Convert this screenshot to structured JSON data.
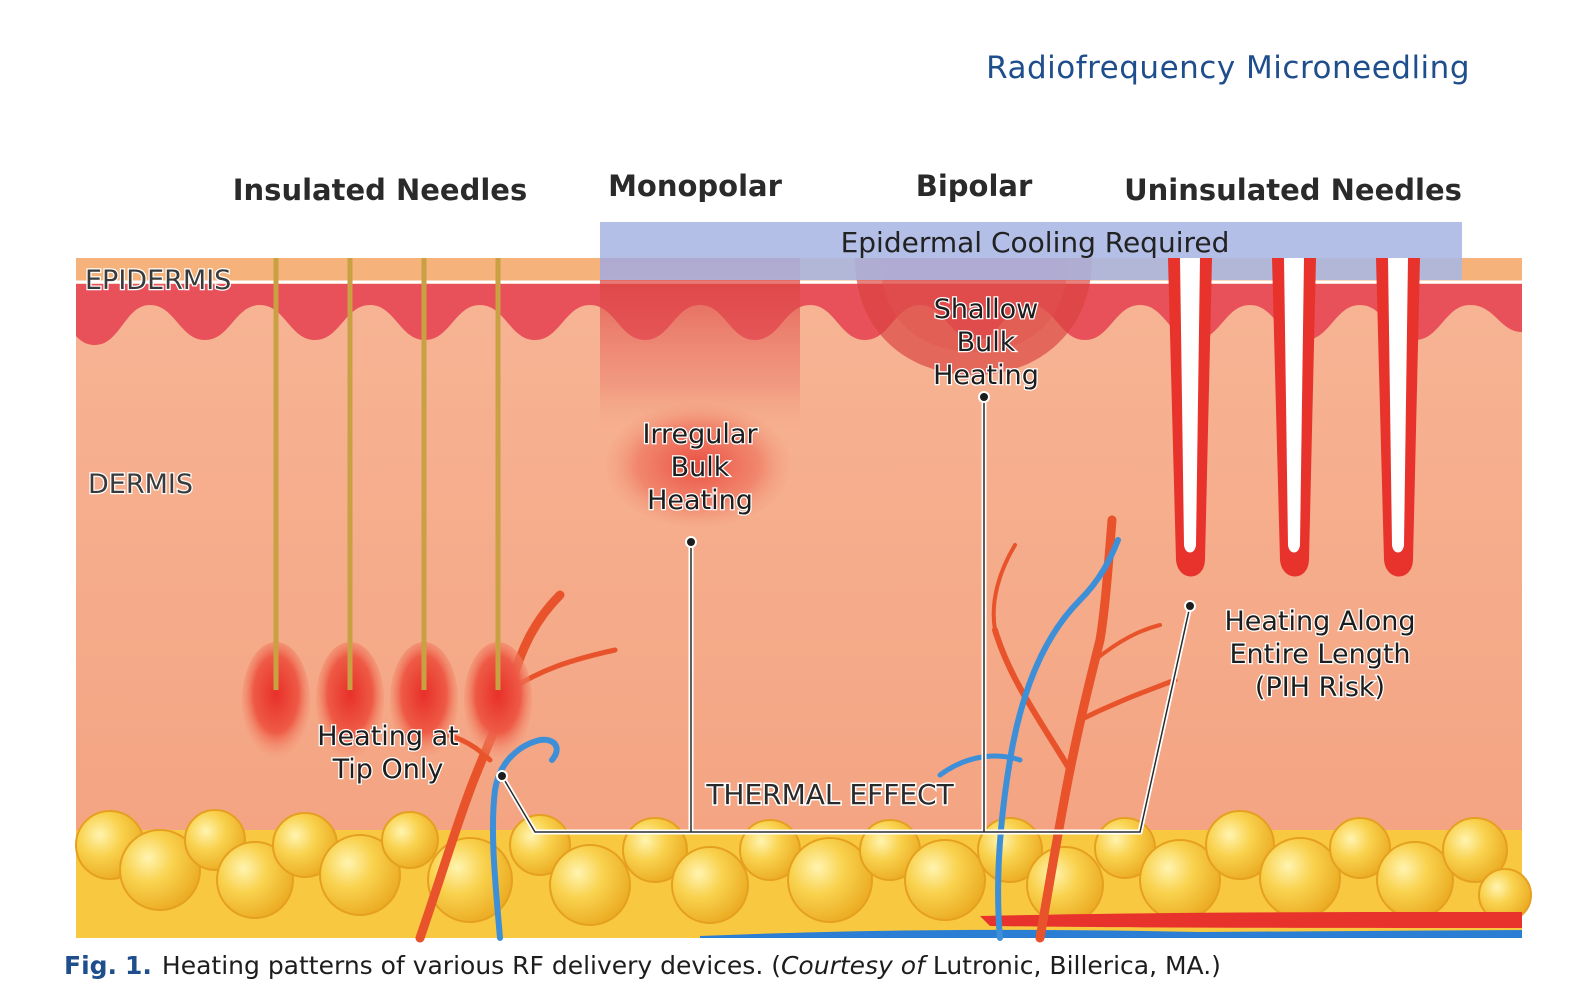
{
  "running_head": "Radiofrequency Microneedling",
  "figure": {
    "headers": {
      "insulated": "Insulated Needles",
      "monopolar": "Monopolar",
      "bipolar": "Bipolar",
      "uninsulated": "Uninsulated Needles"
    },
    "cooling_banner": "Epidermal Cooling Required",
    "layers": {
      "epidermis": "EPIDERMIS",
      "dermis": "DERMIS"
    },
    "labels": {
      "tip_line1": "Heating at",
      "tip_line2": "Tip Only",
      "irregular_line1": "Irregular",
      "irregular_line2": "Bulk",
      "irregular_line3": "Heating",
      "shallow_line1": "Shallow",
      "shallow_line2": "Bulk",
      "shallow_line3": "Heating",
      "along_line1": "Heating Along",
      "along_line2": "Entire Length",
      "along_line3": "(PIH Risk)",
      "thermal": "THERMAL EFFECT"
    },
    "colors": {
      "epidermis": "#f5b27a",
      "papillary": "#e8505a",
      "dermis": "#f6ad8a",
      "fat": "#f7c840",
      "heat": "#e8322c",
      "cooling": "#a9b6e4",
      "artery": "#e8532b",
      "vein": "#3d8fd8"
    }
  },
  "caption": {
    "label": "Fig.",
    "number": "1.",
    "text_main": "Heating patterns of various RF delivery devices. (",
    "text_italic": "Courtesy of",
    "text_end": " Lutronic, Billerica, MA.)"
  }
}
